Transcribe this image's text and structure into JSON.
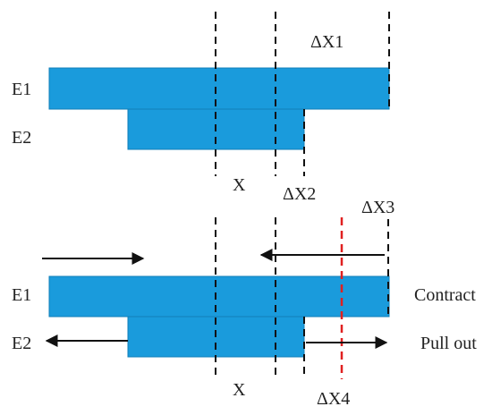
{
  "labels": {
    "dx1": "ΔX1",
    "dx2": "ΔX2",
    "dx3": "ΔX3",
    "dx4": "ΔX4",
    "x_top": "X",
    "x_bottom": "X",
    "e1_top": "E1",
    "e2_top": "E2",
    "e1_bottom": "E1",
    "e2_bottom": "E2",
    "contract": "Contract",
    "pull_out": "Pull out"
  },
  "colors": {
    "bar": "#1a9bdc",
    "bar_edge": "#117fb8",
    "dashed_line": "#111111",
    "red_dashed_line": "#e02020",
    "arrow": "#111111",
    "text": "#222222"
  }
}
